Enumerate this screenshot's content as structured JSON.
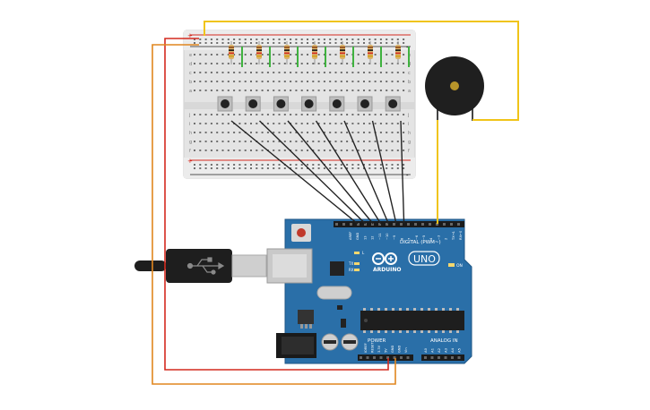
{
  "canvas": {
    "background": "#ffffff"
  },
  "breadboard": {
    "power_plus": "+",
    "power_minus": "-",
    "row_letters_top": [
      "a",
      "b",
      "c",
      "d",
      "e"
    ],
    "row_letters_bottom": [
      "f",
      "g",
      "h",
      "i",
      "j"
    ],
    "resistor_count": 7,
    "button_count": 7
  },
  "buzzer": {
    "component": "piezo-buzzer"
  },
  "usb_cable": {
    "icon": "usb-icon"
  },
  "arduino": {
    "board_name": "UNO",
    "brand": "ARDUINO",
    "digital_label": "DIGITAL (PWM~)",
    "analog_label": "ANALOG IN",
    "power_label": "POWER",
    "on_label": "ON",
    "tx_label": "TX",
    "rx_label": "RX",
    "l_label": "L",
    "digital_pins": [
      "AREF",
      "GND",
      "13",
      "12",
      "~11",
      "~10",
      "~9",
      "8",
      "7",
      "~6",
      "~5",
      "4",
      "~3",
      "2",
      "TX→1",
      "RX←0"
    ],
    "power_pins": [
      "IOREF",
      "RESET",
      "3.3V",
      "5V",
      "GND",
      "GND",
      "Vin"
    ],
    "analog_pins": [
      "A0",
      "A1",
      "A2",
      "A3",
      "A4",
      "A5"
    ],
    "color_board": "#2a6fa8",
    "color_board_light": "#3a84bf"
  },
  "wires": {
    "red": "#d42a1f",
    "orange": "#e0861e",
    "yellow": "#f0c419",
    "black": "#222222",
    "green": "#3fb23f"
  }
}
